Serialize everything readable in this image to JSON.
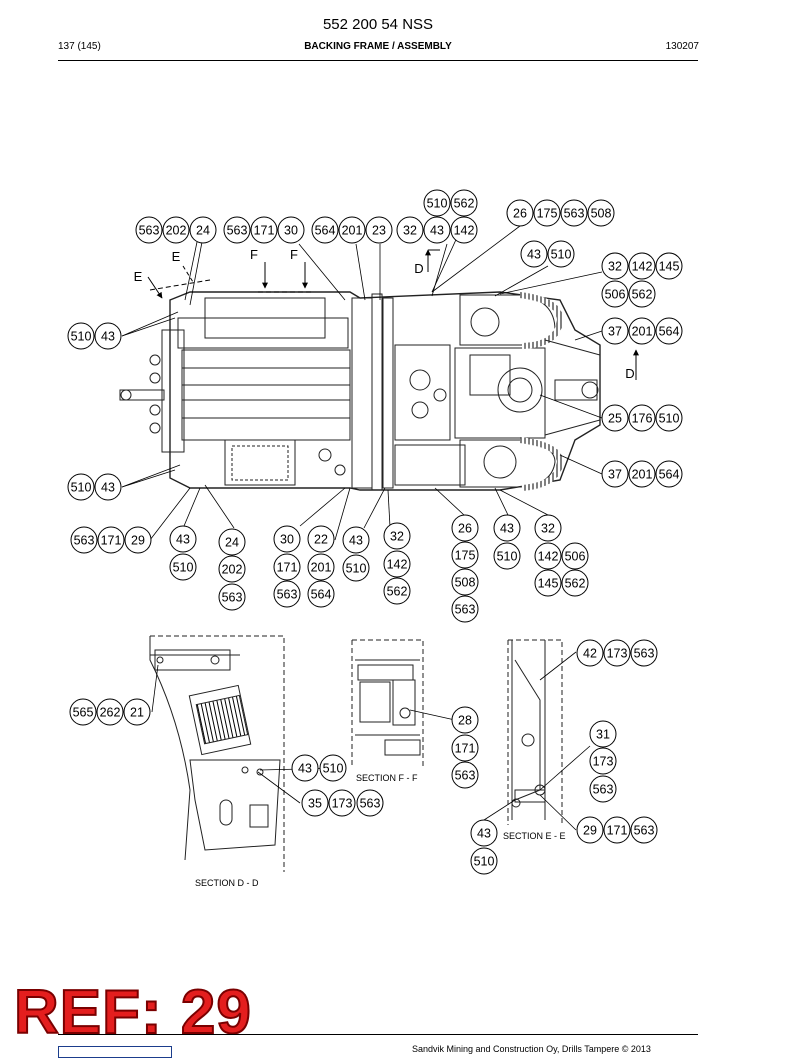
{
  "header": {
    "document_code": "552 200 54 NSS",
    "page": "137 (145)",
    "title": "BACKING FRAME / ASSEMBLY",
    "date_code": "130207"
  },
  "section_labels": {
    "d": "SECTION D - D",
    "f": "SECTION F - F",
    "e": "SECTION E - E"
  },
  "view_letters": [
    "E",
    "E",
    "F",
    "F",
    "D",
    "D"
  ],
  "balloons": [
    "510",
    "562",
    "26",
    "175",
    "563",
    "508",
    "563",
    "202",
    "24",
    "563",
    "171",
    "30",
    "564",
    "201",
    "23",
    "32",
    "43",
    "142",
    "43",
    "510",
    "32",
    "142",
    "145",
    "506",
    "562",
    "510",
    "43",
    "37",
    "201",
    "564",
    "25",
    "176",
    "510",
    "37",
    "201",
    "564",
    "510",
    "43",
    "563",
    "171",
    "29",
    "43",
    "510",
    "24",
    "202",
    "563",
    "30",
    "171",
    "563",
    "22",
    "201",
    "564",
    "43",
    "510",
    "32",
    "142",
    "562",
    "26",
    "175",
    "508",
    "563",
    "43",
    "510",
    "32",
    "142",
    "506",
    "145",
    "562",
    "42",
    "173",
    "563",
    "565",
    "262",
    "21",
    "28",
    "171",
    "563",
    "31",
    "173",
    "563",
    "43",
    "510",
    "35",
    "173",
    "563",
    "43",
    "510",
    "29",
    "171",
    "563"
  ],
  "stamp": {
    "text": "REF: 29",
    "color": "#e41e1e"
  },
  "footer": {
    "copyright": "Sandvik Mining and Construction Oy, Drills Tampere © 2013"
  }
}
